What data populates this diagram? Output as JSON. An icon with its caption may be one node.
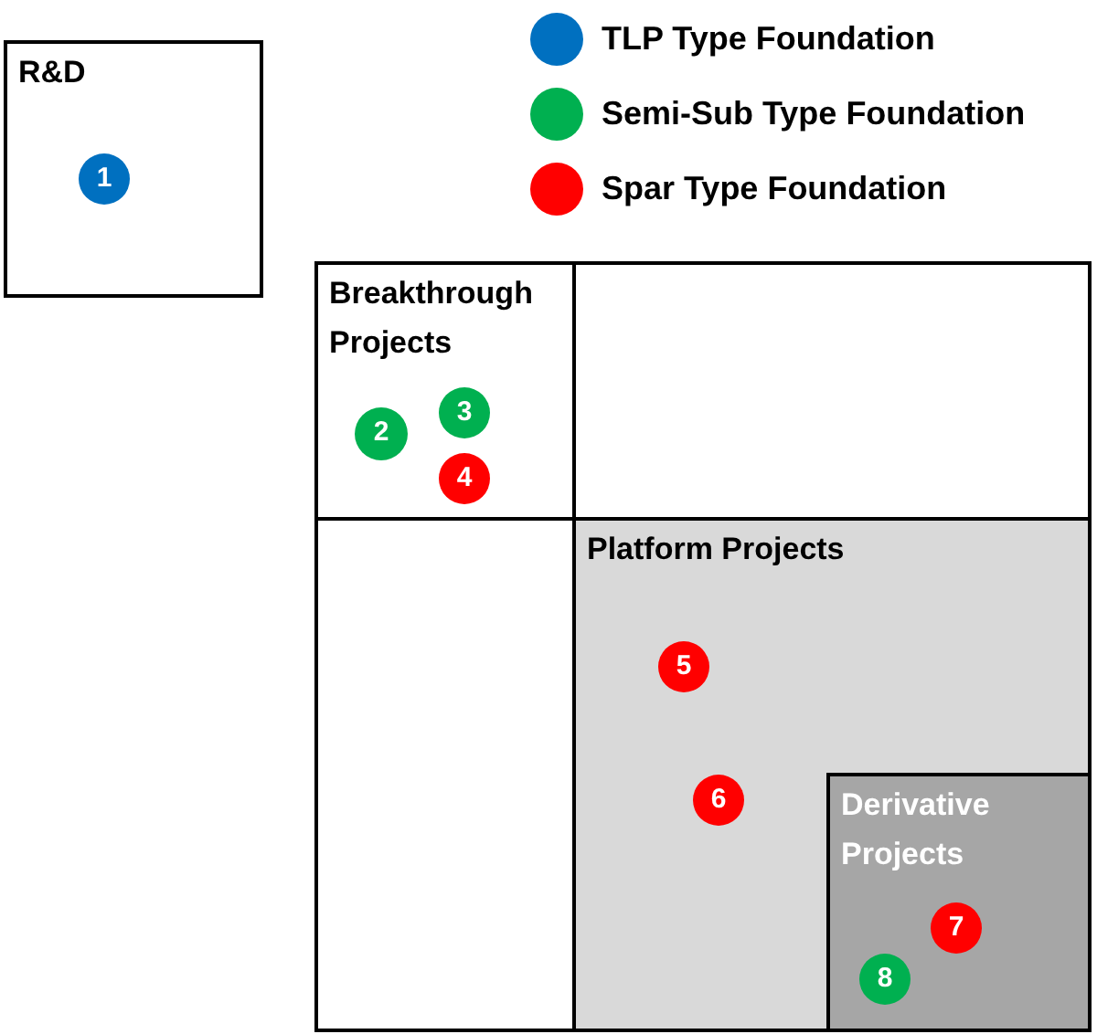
{
  "diagram": {
    "nodes": [
      {
        "text": [
          "R&D"
        ]
      },
      {
        "text": [
          "1"
        ],
        "in": 0
      },
      {
        "text": [],
        "shape": "box"
      },
      {
        "text": [
          "Breakthrough Projects"
        ],
        "in": 2
      },
      {
        "text": [
          "2"
        ],
        "in": 3
      },
      {
        "text": [
          "3"
        ],
        "in": 3
      },
      {
        "text": [
          "4"
        ],
        "in": 3
      },
      {
        "text": [
          "Platform Projects"
        ],
        "in": 2
      },
      {
        "text": [
          "5"
        ],
        "in": 7
      },
      {
        "text": [
          "6"
        ],
        "in": 7
      },
      {
        "text": [
          "Derivative Projects"
        ],
        "in": 7
      },
      {
        "text": [
          "7"
        ],
        "in": 10
      },
      {
        "text": [
          "8"
        ],
        "in": 10
      }
    ],
    "legend": [
      {
        "text": "TLP Type Foundation",
        "color": "#0070c0"
      },
      {
        "text": "Semi-Sub Type Foundation",
        "color": "#00b050"
      },
      {
        "text": "Spar Type Foundation",
        "color": "#ff0000"
      }
    ]
  }
}
